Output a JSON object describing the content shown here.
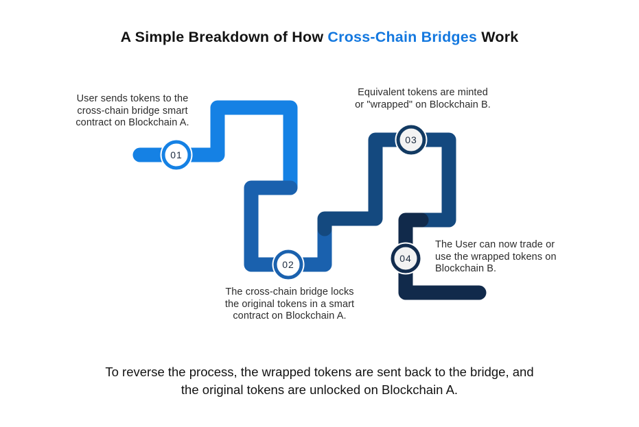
{
  "title": {
    "prefix": "A Simple Breakdown of How ",
    "highlight": "Cross-Chain Bridges",
    "suffix": " Work",
    "highlight_color": "#1478DF"
  },
  "steps": [
    {
      "number": "01",
      "note": "User sends tokens to the\ncross-chain bridge smart\ncontract on Blockchain A.",
      "color": "#1581E4",
      "ring_color": "#1581E4",
      "circle_fill": "#FFFFFF"
    },
    {
      "number": "02",
      "note": "The cross-chain bridge locks\nthe original tokens in a smart\ncontract on Blockchain A.",
      "color": "#1A61AE",
      "ring_color": "#1A61AE",
      "circle_fill": "#FFFFFF"
    },
    {
      "number": "03",
      "note": "Equivalent tokens are minted\nor \"wrapped\" on Blockchain B.",
      "color": "#14497F",
      "ring_color": "#123A62",
      "circle_fill": "#F3F3F3"
    },
    {
      "number": "04",
      "note": "The User can now trade or\nuse the wrapped tokens on\nBlockchain B.",
      "color": "#112A4B",
      "ring_color": "#122C4E",
      "circle_fill": "#F2F2F2"
    }
  ],
  "number_color": "#1B2A3E",
  "footer": "To reverse the process, the wrapped tokens are sent back to the bridge, and\nthe original tokens are unlocked on Blockchain A."
}
